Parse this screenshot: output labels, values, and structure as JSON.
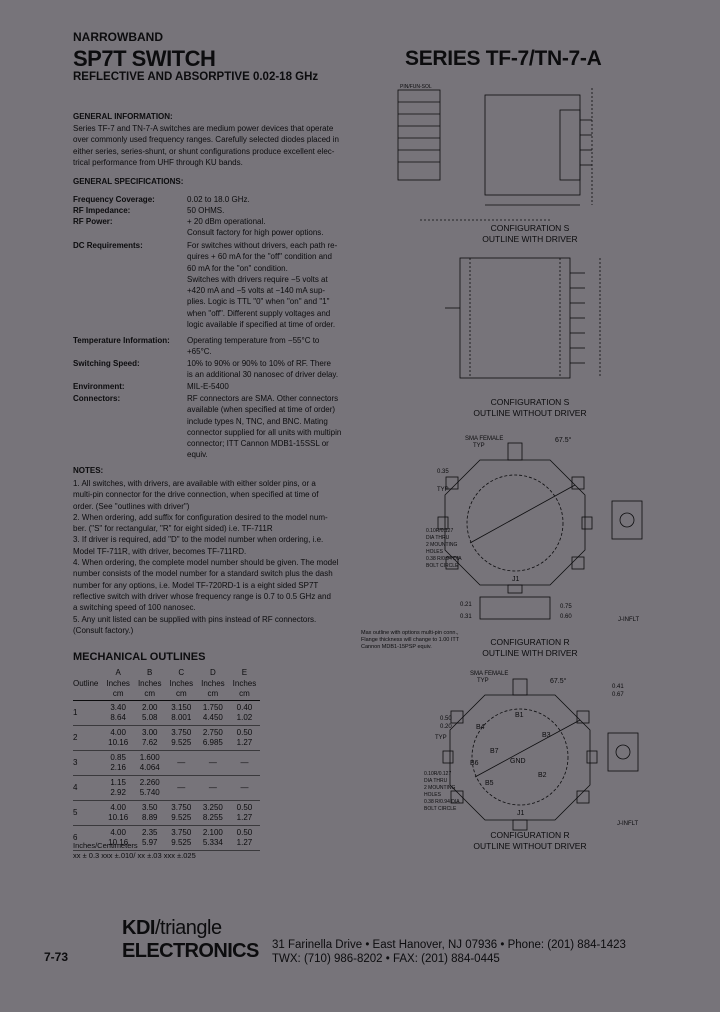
{
  "header": {
    "category": "NARROWBAND",
    "title": "SP7T SWITCH",
    "subtitle": "REFLECTIVE AND ABSORPTIVE 0.02-18 GHz",
    "series": "SERIES TF-7/TN-7-A"
  },
  "general_info": {
    "heading": "GENERAL INFORMATION:",
    "lines": [
      "Series TF-7 and TN-7-A switches are medium power devices that operate",
      "over commonly used frequency ranges. Carefully selected diodes placed in",
      "either series, series-shunt, or shunt configurations produce excellent elec-",
      "trical performance from UHF through KU bands."
    ]
  },
  "general_specs": {
    "heading": "GENERAL SPECIFICATIONS:",
    "items": [
      {
        "label": "Frequency Coverage:",
        "lines": [
          "0.02 to 18.0 GHz."
        ]
      },
      {
        "label": "RF Impedance:",
        "lines": [
          "50 OHMS."
        ]
      },
      {
        "label": "RF Power:",
        "lines": [
          "+ 20 dBm operational.",
          "Consult factory for high power options."
        ]
      },
      {
        "label": "DC Requirements:",
        "lines": [
          "For switches without drivers, each path re-",
          "quires + 60 mA for the \"off\" condition and",
          "60 mA for the \"on\" condition.",
          "Switches with drivers require −5 volts at",
          "+420 mA and −5 volts at −140 mA sup-",
          "plies. Logic is TTL \"0\" when \"on\" and \"1\"",
          "when \"off\". Different supply voltages and",
          "logic available if specified at time of order."
        ]
      },
      {
        "label": "Temperature Information:",
        "lines": [
          "Operating temperature from −55°C to",
          "+65°C."
        ]
      },
      {
        "label": "Switching Speed:",
        "lines": [
          "10% to 90% or 90% to 10% of RF. There",
          "is an additional 30 nanosec of driver delay."
        ]
      },
      {
        "label": "Environment:",
        "lines": [
          "MIL-E-5400"
        ]
      },
      {
        "label": "Connectors:",
        "lines": [
          "RF connectors are SMA. Other connectors",
          "available (when specified at time of order)",
          "include types N, TNC, and BNC. Mating",
          "connector supplied for all units with multipin",
          "connector; ITT Cannon MDB1-15SSL or",
          "equiv."
        ]
      }
    ]
  },
  "notes": {
    "heading": "NOTES:",
    "lines": [
      "1. All switches, with drivers, are available with either solder pins, or a",
      "multi-pin connector for the drive connection, when specified at time of",
      "order. (See \"outlines with driver\")",
      "2. When ordering, add suffix for configuration desired to the model num-",
      "ber. (\"S\" for rectangular, \"R\" for eight sided) i.e. TF-711R",
      "3. If driver is required, add \"D\" to the model number when ordering, i.e.",
      "Model TF-711R, with driver, becomes TF-711RD.",
      "4. When ordering, the complete model number should be given. The model",
      "number consists of the model number for a standard switch plus the dash",
      "number for any options, i.e. Model TF-720RD-1 is a eight sided SP7T",
      "reflective switch with driver whose frequency range is 0.7 to 0.5 GHz and",
      "a switching speed of 100 nanosec.",
      "5. Any unit listed can be supplied with pins instead of RF connectors.",
      "(Consult factory.)"
    ]
  },
  "mechanical": {
    "heading": "MECHANICAL OUTLINES",
    "headers": [
      "Outline",
      "A\nInches\ncm",
      "B\nInches\ncm",
      "C\nInches\ncm",
      "D\nInches\ncm",
      "E\nInches\ncm"
    ],
    "rows": [
      [
        "1",
        "3.40\n8.64",
        "2.00\n5.08",
        "3.150\n8.001",
        "1.750\n4.450",
        "0.40\n1.02"
      ],
      [
        "2",
        "4.00\n10.16",
        "3.00\n7.62",
        "3.750\n9.525",
        "2.750\n6.985",
        "0.50\n1.27"
      ],
      [
        "3",
        "0.85\n2.16",
        "1.600\n4.064",
        "—",
        "—",
        "—"
      ],
      [
        "4",
        "1.15\n2.92",
        "2.260\n5.740",
        "—",
        "—",
        "—"
      ],
      [
        "5",
        "4.00\n10.16",
        "3.50\n8.89",
        "3.750\n9.525",
        "3.250\n8.255",
        "0.50\n1.27"
      ],
      [
        "6",
        "4.00\n10.16",
        "2.35\n5.97",
        "3.750\n9.525",
        "2.100\n5.334",
        "0.50\n1.27"
      ]
    ],
    "units_note": "Inches/Centimeters",
    "tolerance": "xx ± 0.3 xxx ±.010/ xx ±.03 xxx ±.025"
  },
  "diagrams": {
    "config_s_driver": [
      "CONFIGURATION S",
      "OUTLINE WITH DRIVER"
    ],
    "config_s_nodriver": [
      "CONFIGURATION S",
      "OUTLINE WITHOUT DRIVER"
    ],
    "config_r_driver": [
      "CONFIGURATION R",
      "OUTLINE WITH DRIVER"
    ],
    "config_r_nodriver": [
      "CONFIGURATION R",
      "OUTLINE WITHOUT DRIVER"
    ],
    "pin_table_title": "PIN/FUN-SOL",
    "sma_label": "SMA FEMALE",
    "typ": "TYP",
    "angle": "67.5°",
    "hole_note": [
      "0.10R/0.127",
      "DIA THRU",
      "2 MOUNTING",
      "HOLES",
      "0.38 R/0.94 DIA",
      "BOLT CIRCLE"
    ],
    "j1": "J1",
    "j_inflt": "J-INFLT",
    "option_note": [
      "Max outline with options multi-pin conn.,",
      "Flange thickness will change to 1.00 ITT",
      "Cannon MDB1-15PSP equiv."
    ],
    "dims": {
      "d035": "0.35",
      "d021": "0.21",
      "d031": "0.31",
      "d075": "0.75",
      "d060": "0.60",
      "d041": "0.41",
      "d067": "0.67",
      "d050": "0.50",
      "d020": "0.20"
    },
    "port_labels": [
      "B1",
      "B2",
      "B3",
      "B4",
      "B5",
      "B6",
      "B7",
      "GND"
    ]
  },
  "footer": {
    "logo_kdi": "KDI",
    "logo_triangle": "/triangle",
    "logo_electronics": "ELECTRONICS",
    "address": "31 Farinella Drive • East Hanover, NJ 07936 • Phone: (201) 884-1423",
    "twx_fax": "TWX: (710) 986-8202 • FAX: (201) 884-0445",
    "page": "7-73"
  }
}
